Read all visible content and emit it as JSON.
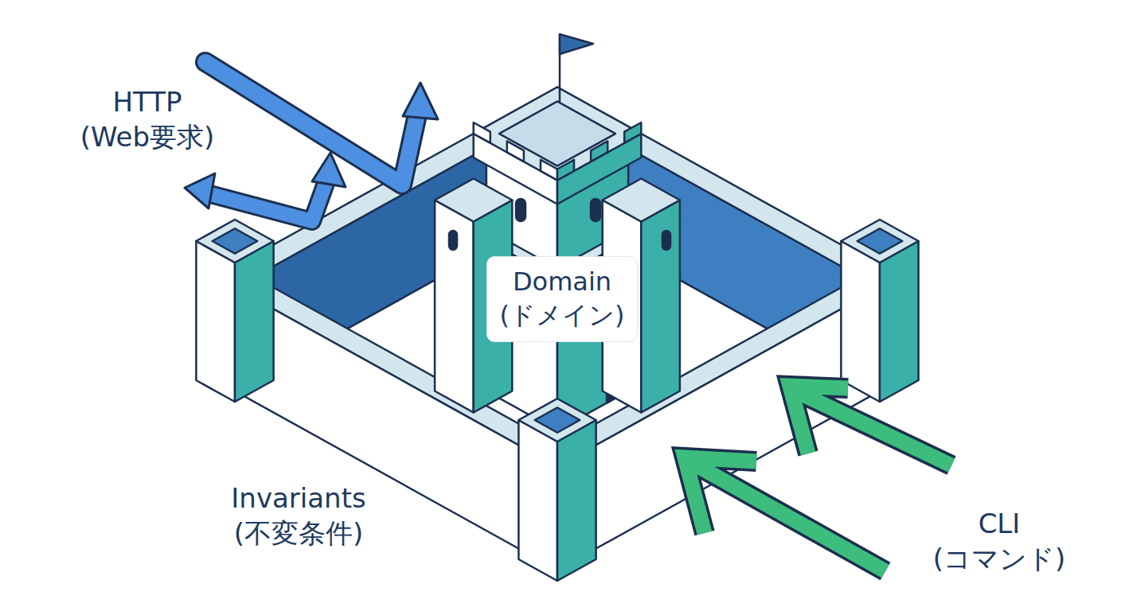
{
  "diagram": {
    "nodes": [
      {
        "text": [
          "Domain (ドメイン)"
        ]
      }
    ],
    "labels": [
      "HTTP (Web要求)",
      "Invariants (不変条件)",
      "CLI (コマンド)"
    ]
  }
}
